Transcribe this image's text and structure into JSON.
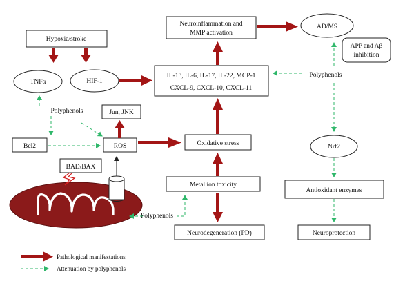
{
  "colors": {
    "pathological": "#a31515",
    "attenuation": "#2fb76a",
    "stroke": "#222222",
    "mito_fill": "#8b1a1a"
  },
  "nodes": {
    "hypoxia": "Hypoxia/stroke",
    "tnfa": "TNFα",
    "hif1": "HIF-1",
    "neuroinflammation_line1": "Neuroinflammation and",
    "neuroinflammation_line2": "MMP activation",
    "adms": "AD/MS",
    "app_line1": "APP and Aβ",
    "app_line2": "inhibition",
    "cytokines_line1": "IL-1β, IL-6, IL-17, IL-22, MCP-1",
    "cytokines_line2": "CXCL-9, CXCL-10, CXCL-11",
    "polyphenols_right": "Polyphenols",
    "polyphenols_left": "Polyphenols",
    "polyphenols_bottom": "Polyphenols",
    "jun_jnk": "Jun, JNK",
    "bcl2": "Bcl2",
    "ros": "ROS",
    "oxidative_stress": "Oxidative stress",
    "nrf2": "Nrf2",
    "bad_bax": "BAD/BAX",
    "metal_ion": "Metal ion toxicity",
    "antioxidant": "Antioxidant enzymes",
    "neurodegeneration": "Neurodegeneration (PD)",
    "neuroprotection": "Neuroprotection"
  },
  "legend": {
    "pathological": "Pathological manifestations",
    "attenuation": "Attenuation by polyphenols"
  }
}
